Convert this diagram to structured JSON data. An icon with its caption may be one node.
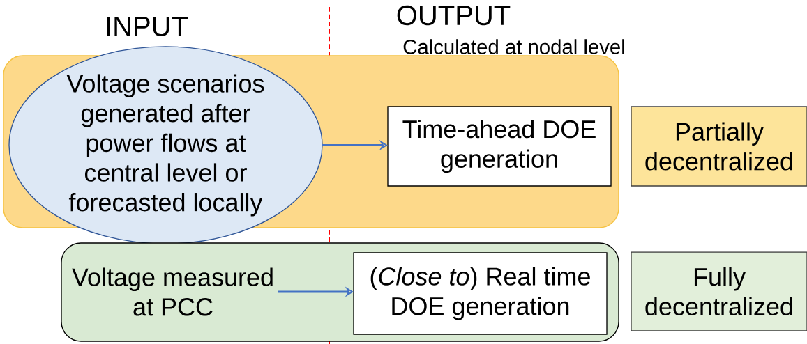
{
  "diagram": {
    "nodes": [
      {
        "text": [],
        "shape": "box"
      },
      {
        "text": [
          "Voltage scenarios generated after power flows at central level or forecasted locally"
        ],
        "in": 0
      },
      {
        "text": [
          "Time-ahead DOE generation"
        ],
        "in": 0
      },
      {
        "text": [
          "Partially decentralized"
        ]
      },
      {
        "text": [],
        "shape": "box"
      },
      {
        "text": [
          "Voltage measured at PCC"
        ],
        "in": 4
      },
      {
        "text": [
          "(*Close to*) Real time DOE generation"
        ],
        "in": 4
      },
      {
        "text": [
          "Fully decentralized"
        ]
      }
    ],
    "edges": [
      {
        "from": 1,
        "to": 2,
        "arrow": "to"
      },
      {
        "from": 5,
        "to": 6,
        "arrow": "to"
      }
    ],
    "labels": [
      "INPUT",
      "OUTPUT",
      "Calculated at nodal level"
    ]
  }
}
